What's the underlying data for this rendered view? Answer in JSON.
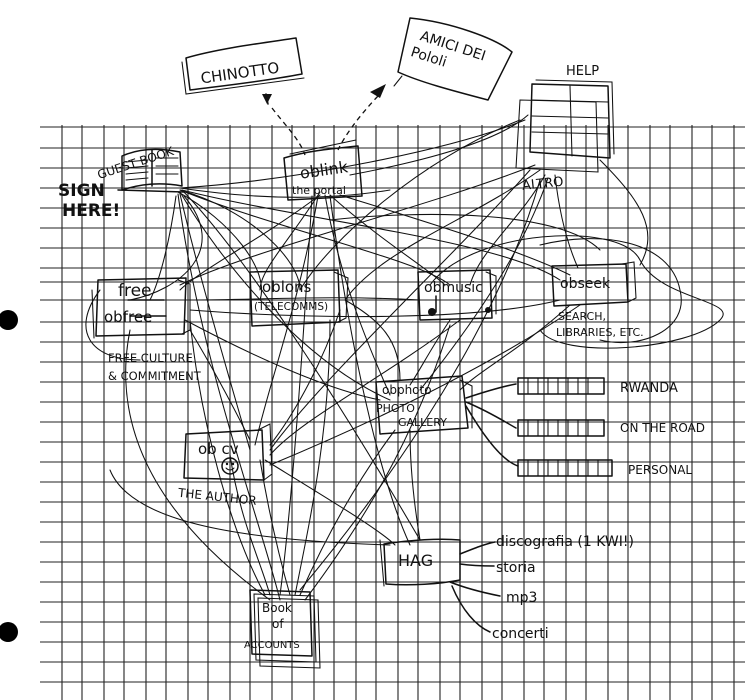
{
  "labels": {
    "chinotto": "CHINOTTO",
    "amici_line1": "AMICI DEI",
    "amici_line2": "Pololi",
    "help": "HELP",
    "guestbook": "GUEST BOOK",
    "sign_line1": "SIGN",
    "sign_line2": "HERE!",
    "oblink_title": "oblink",
    "oblink_subtitle": "the portal",
    "altro": "ALTRO",
    "free_word": "free",
    "obfree": "obfree",
    "free_caption_line1": "FREE CULTURE",
    "free_caption_line2": "& COMMITMENT",
    "oblons_line1": "oblons",
    "oblons_line2": "(TELECOMMS)",
    "obmusic": "obmusic",
    "obseek": "obseek",
    "seek_caption_line1": "SEARCH,",
    "seek_caption_line2": "LIBRARIES, ETC.",
    "photo_line1": "obphoto",
    "photo_line2": "PHOTO",
    "photo_line3": "GALLERY",
    "rwanda": "RWANDA",
    "on_the_road": "ON THE ROAD",
    "personal": "PERSONAL",
    "obcv": "ob cv",
    "the_author": "THE AUTHOR",
    "hag": "HAG",
    "discografia": "discografia (1 KWI!)",
    "storia": "storia",
    "mp3": "mp3",
    "concerti": "concerti",
    "book_line1": "Book",
    "book_line2": "of",
    "book_line3": "ACCOUNTS"
  }
}
